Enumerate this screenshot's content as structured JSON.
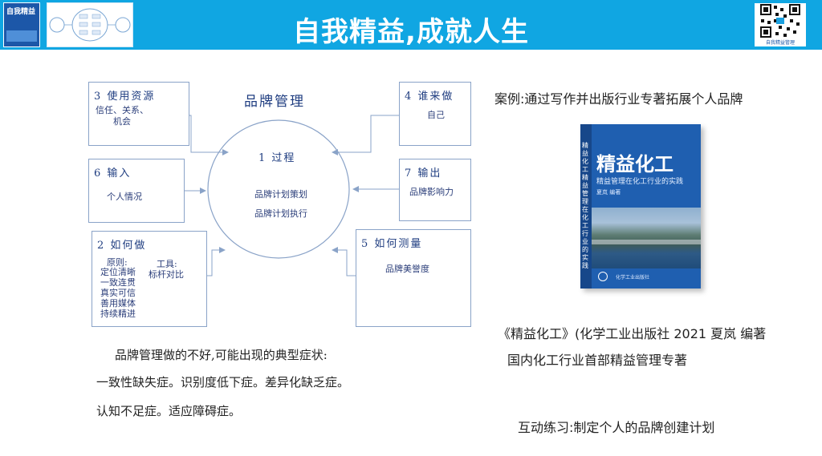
{
  "header": {
    "title": "自我精益,成就人生",
    "book_thumb_label": "自我精益",
    "qr_caption": "自我精益管理"
  },
  "diagram": {
    "title": "品牌管理",
    "center": {
      "title": "1 过程",
      "lines": [
        "品牌计划策划",
        "品牌计划执行"
      ]
    },
    "boxes": [
      {
        "title": "3 使用资源",
        "body": [
          "信任、关系、",
          "机会"
        ]
      },
      {
        "title": "4 谁来做",
        "body": [
          "自己"
        ]
      },
      {
        "title": "6 输入",
        "body": [
          "个人情况"
        ]
      },
      {
        "title": "7 输出",
        "body": [
          "品牌影响力"
        ]
      },
      {
        "title": "2 如何做",
        "principles": [
          "原则:",
          "定位清晰",
          "一致连贯",
          "真实可信",
          "善用媒体",
          "持续精进"
        ],
        "tools": [
          "工具:",
          "标杆对比"
        ]
      },
      {
        "title": "5 如何测量",
        "body": [
          "品牌美誉度"
        ]
      }
    ]
  },
  "symptoms": {
    "lead": "品牌管理做的不好,可能出现的典型症状:",
    "lines": [
      "一致性缺失症。识别度低下症。差异化缺乏症。",
      "认知不足症。适应障碍症。"
    ]
  },
  "case": {
    "title": "案例:通过写作并出版行业专著拓展个人品牌",
    "book": {
      "title": "精益化工",
      "subtitle": "精益管理在化工行业的实践",
      "author": "夏岚 编著",
      "publisher": "化学工业出版社",
      "spine": "精益化工 精益管理在化工行业的实践"
    },
    "ref_line1": "《精益化工》(化学工业出版社 2021 夏岚 编著",
    "ref_line2": "国内化工行业首部精益管理专著"
  },
  "exercise": "互动练习:制定个人的品牌创建计划",
  "colors": {
    "header": "#10a6e2",
    "box_border": "#8aa3c8",
    "diagram_text": "#1f3d80",
    "book_blue": "#1f5fb0"
  }
}
